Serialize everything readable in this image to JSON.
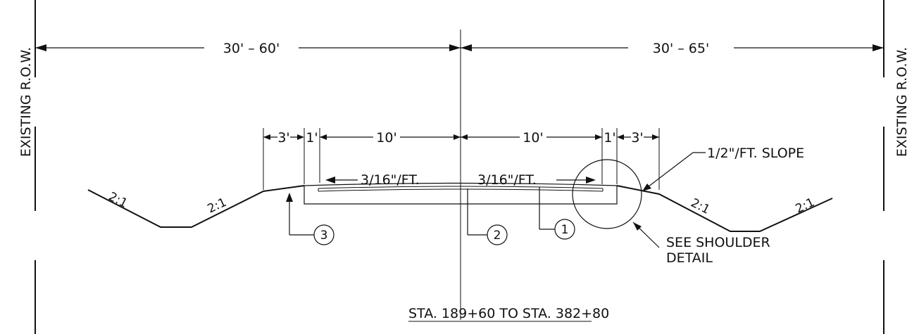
{
  "row": {
    "left_label": "EXISTING R.O.W.",
    "right_label": "EXISTING R.O.W."
  },
  "dimensions": {
    "left_row_width": "30' – 60'",
    "right_row_width": "30' – 65'",
    "left_shoulder": "3'",
    "left_offset": "1'",
    "left_lane": "10'",
    "right_lane": "10'",
    "right_offset": "1'",
    "right_shoulder": "3'"
  },
  "slopes": {
    "left_lane_cross": "3/16\"/FT.",
    "right_lane_cross": "3/16\"/FT.",
    "shoulder_slope": "1/2\"/FT. SLOPE",
    "far_left_backslope": "2:1",
    "left_foreslope": "2:1",
    "right_foreslope": "2:1",
    "far_right_backslope": "2:1"
  },
  "callouts": {
    "item_1": "1",
    "item_2": "2",
    "item_3": "3"
  },
  "detail_note": {
    "line1": "SEE SHOULDER",
    "line2": "DETAIL"
  },
  "station_range": "STA. 189+60 TO STA. 382+80"
}
